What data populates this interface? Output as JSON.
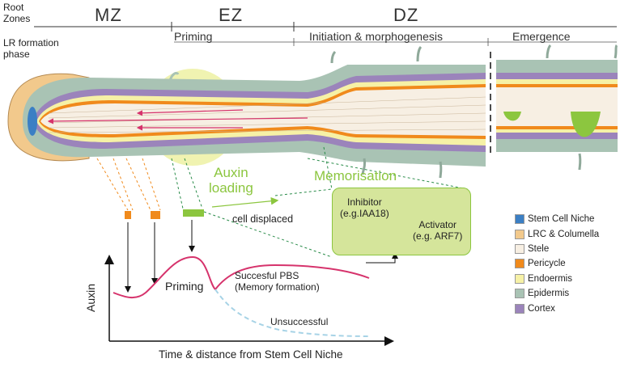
{
  "header": {
    "root_zones_label": "Root\nZones",
    "lr_phase_label": "LR formation\nphase"
  },
  "zones": [
    {
      "id": "mz",
      "label": "MZ"
    },
    {
      "id": "ez",
      "label": "EZ"
    },
    {
      "id": "dz",
      "label": "DZ"
    }
  ],
  "phases": [
    {
      "id": "priming",
      "label": "Priming"
    },
    {
      "id": "initiation",
      "label": "Initiation & morphogenesis"
    },
    {
      "id": "emergence",
      "label": "Emergence"
    }
  ],
  "annotations": {
    "auxin_loading": "Auxin\nloading",
    "memorisation": "Memorisation",
    "cell_displaced": "cell displaced"
  },
  "regulation_box": {
    "inhibitor": "Inhibitor\n(e.g.IAA18)",
    "activator": "Activator\n(e.g. ARF7)"
  },
  "legend": [
    {
      "label": "Stem Cell Niche",
      "color": "#3b7fc4"
    },
    {
      "label": "LRC & Columella",
      "color": "#f2c98c"
    },
    {
      "label": "Stele",
      "color": "#f7efe3"
    },
    {
      "label": "Pericycle",
      "color": "#f08a1c"
    },
    {
      "label": "Endoermis",
      "color": "#f6f1a6"
    },
    {
      "label": "Epidermis",
      "color": "#a9c3b4"
    },
    {
      "label": "Cortex",
      "color": "#9b84bb"
    }
  ],
  "graph": {
    "y_label": "Auxin",
    "x_label": "Time & distance from Stem Cell Niche",
    "priming_label": "Priming",
    "success_label": "Succesful PBS\n(Memory formation)",
    "fail_label": "Unsuccessful"
  },
  "colors": {
    "curve": "#d6336c",
    "fail_curve": "#a7d3e6",
    "accent_green": "#8cc63f",
    "box_fill": "#d5e59b",
    "priming_halo": "#eef2a8"
  }
}
